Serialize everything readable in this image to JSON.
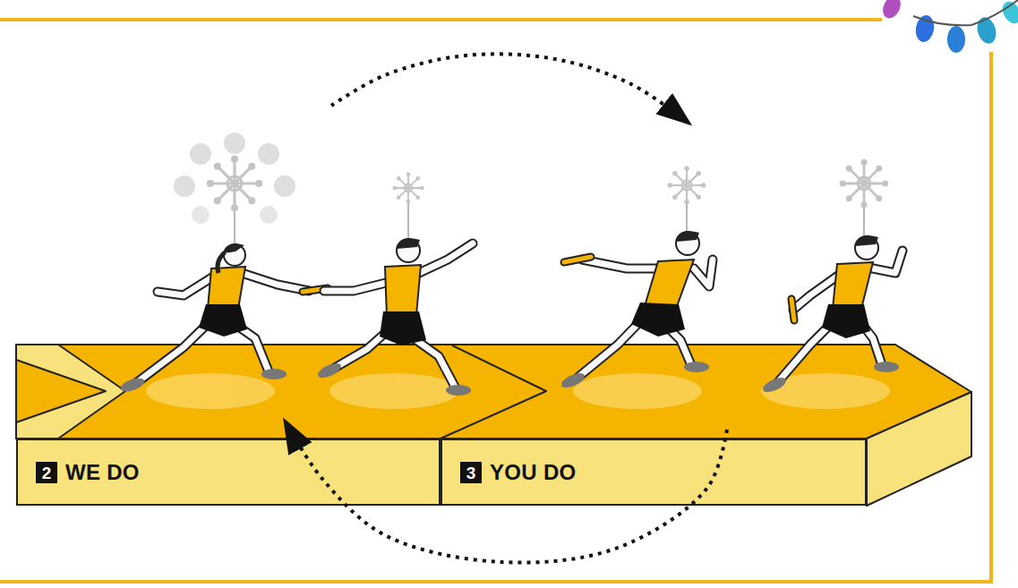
{
  "diagram": {
    "nodes": [
      {
        "text": [
          "2",
          "WE DO"
        ]
      },
      {
        "text": [
          "3",
          "YOU DO"
        ]
      }
    ],
    "edges": [
      {
        "from": 0,
        "to": 1,
        "arrow": "to"
      },
      {
        "from": 1,
        "to": 0,
        "arrow": "to"
      }
    ]
  }
}
